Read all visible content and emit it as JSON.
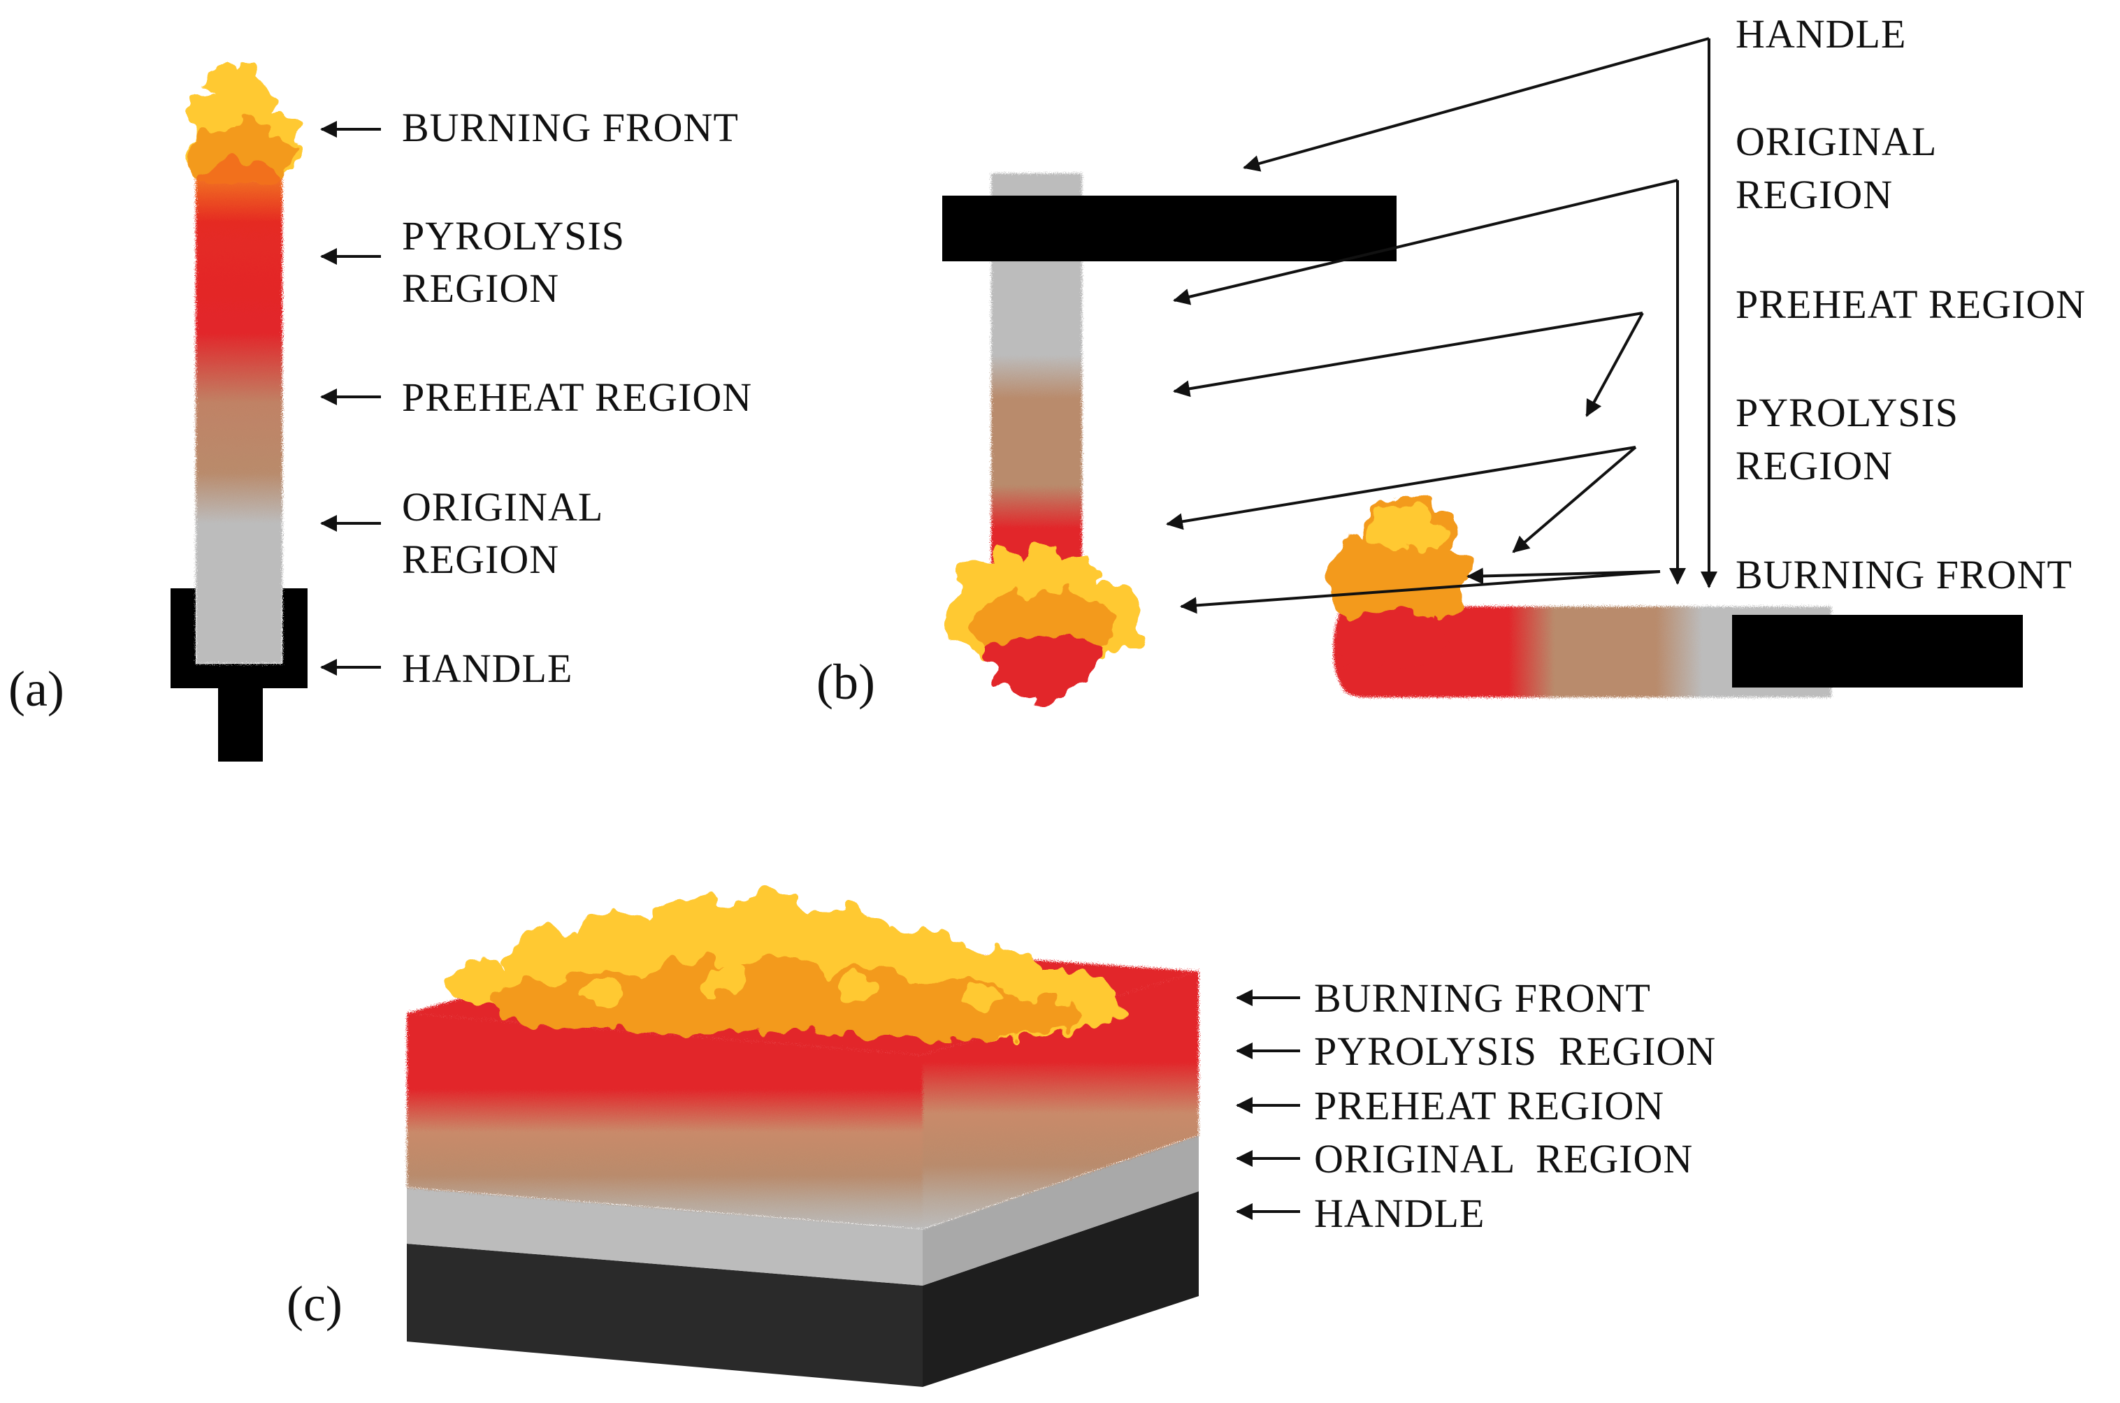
{
  "panel_a": {
    "tag": "(a)",
    "labels": {
      "burning_front": "BURNING FRONT",
      "pyrolysis_l1": "PYROLYSIS",
      "pyrolysis_l2": "REGION",
      "preheat": "PREHEAT REGION",
      "original_l1": "ORIGINAL",
      "original_l2": "REGION",
      "handle": "HANDLE"
    }
  },
  "panel_b": {
    "tag": "(b)",
    "labels": {
      "handle": "HANDLE",
      "original_l1": "ORIGINAL",
      "original_l2": "REGION",
      "preheat": "PREHEAT REGION",
      "pyrolysis_l1": "PYROLYSIS",
      "pyrolysis_l2": "REGION",
      "burning_front": "BURNING FRONT"
    }
  },
  "panel_c": {
    "tag": "(c)",
    "labels": {
      "burning_front": "BURNING FRONT",
      "pyrolysis": "PYROLYSIS  REGION",
      "preheat": "PREHEAT REGION",
      "original": "ORIGINAL  REGION",
      "handle": "HANDLE"
    }
  },
  "colors": {
    "handle": "#000000",
    "original": "#bcbcbc",
    "preheat": "#b98b6c",
    "pyrolysis": "#e2262a",
    "flame_orange": "#f39a1c",
    "flame_yellow": "#ffc933"
  }
}
